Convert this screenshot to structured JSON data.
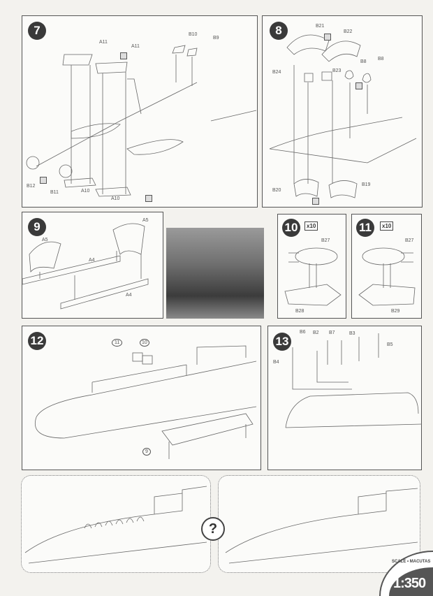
{
  "steps": {
    "s7": {
      "number": "7",
      "labels": [
        "A11",
        "A11",
        "B10",
        "B9",
        "B12",
        "B11",
        "A10",
        "A10"
      ]
    },
    "s8": {
      "number": "8",
      "labels": [
        "B21",
        "B22",
        "B8",
        "B8",
        "B24",
        "B23",
        "B20",
        "B19"
      ]
    },
    "s9": {
      "number": "9",
      "labels": [
        "A5",
        "A5",
        "A4",
        "A4"
      ]
    },
    "s10": {
      "number": "10",
      "qty": "x10",
      "labels": [
        "B27",
        "B28"
      ]
    },
    "s11": {
      "number": "11",
      "qty": "x10",
      "labels": [
        "B27",
        "B29"
      ]
    },
    "s12": {
      "number": "12",
      "refs": [
        "11",
        "10",
        "9"
      ]
    },
    "s13": {
      "number": "13",
      "labels": [
        "B6",
        "B2",
        "B7",
        "B3",
        "B5",
        "B4"
      ]
    }
  },
  "compare_mark": "?",
  "scale_badge": {
    "ring_text": "SCALE • MACUTAS",
    "scale": "1:350"
  }
}
